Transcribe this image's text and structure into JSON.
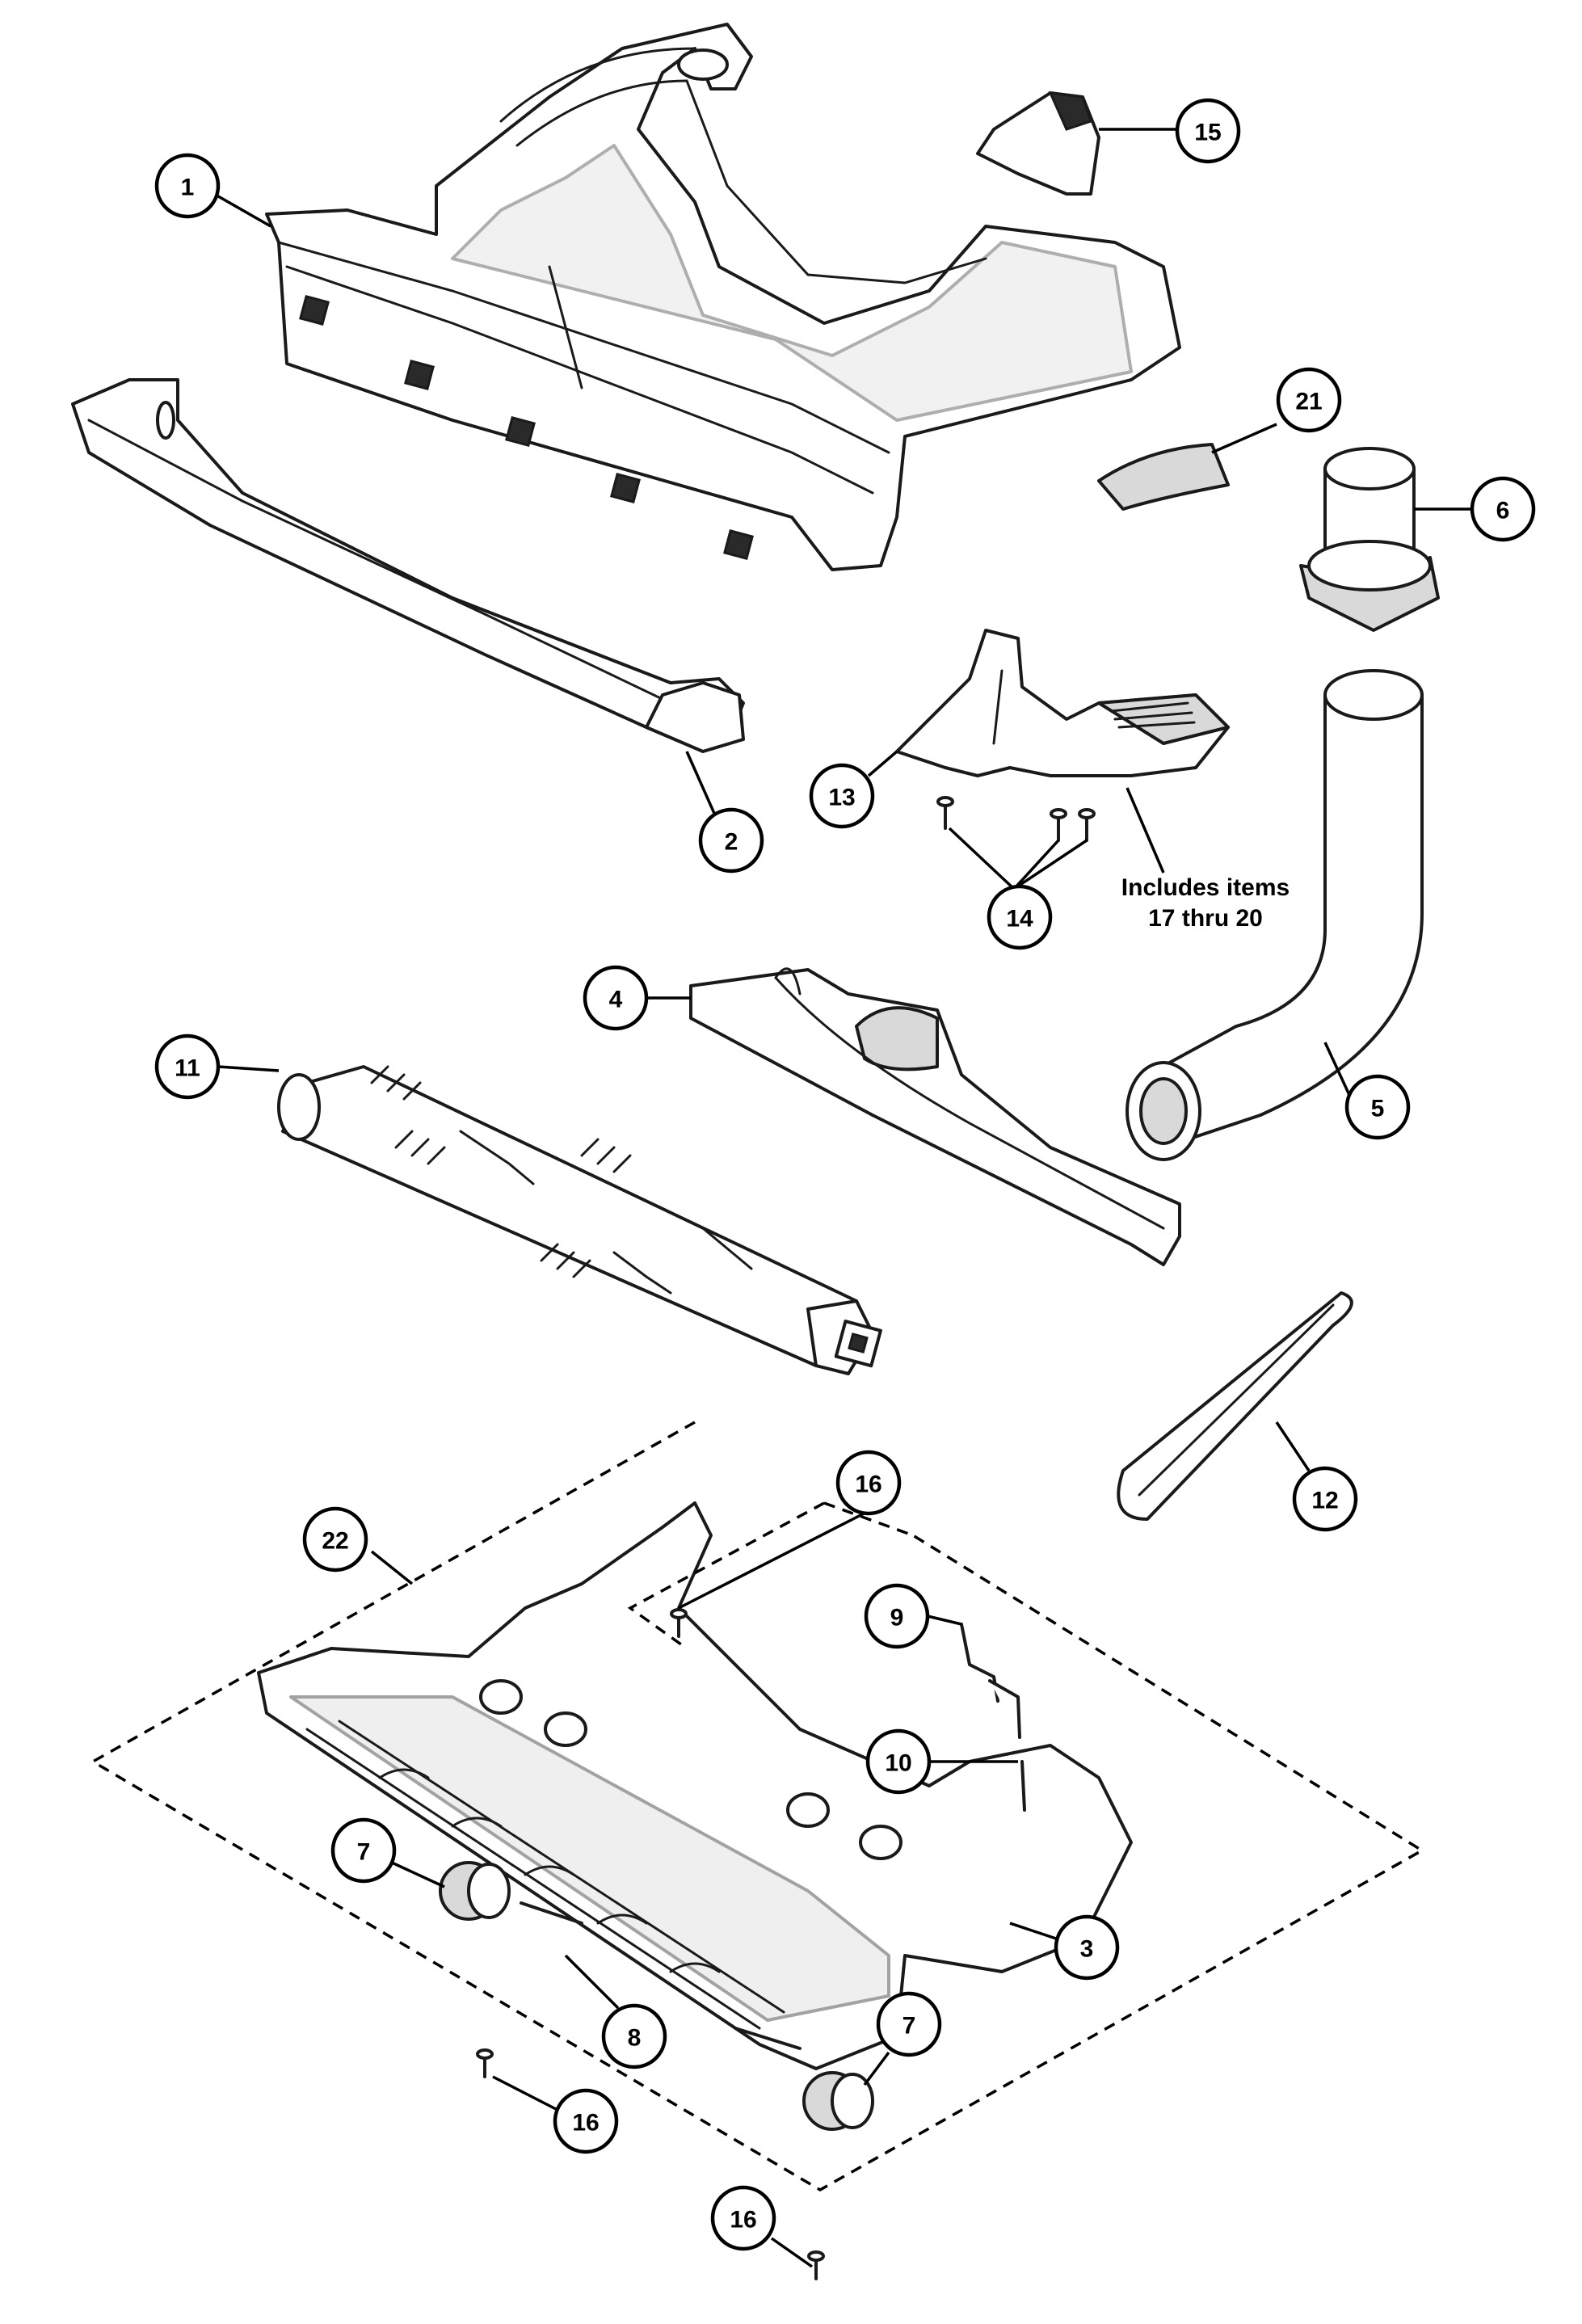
{
  "callouts": [
    {
      "id": "1",
      "label": "1"
    },
    {
      "id": "2",
      "label": "2"
    },
    {
      "id": "3",
      "label": "3"
    },
    {
      "id": "4",
      "label": "4"
    },
    {
      "id": "5",
      "label": "5"
    },
    {
      "id": "6",
      "label": "6"
    },
    {
      "id": "7a",
      "label": "7"
    },
    {
      "id": "7b",
      "label": "7"
    },
    {
      "id": "8",
      "label": "8"
    },
    {
      "id": "9",
      "label": "9"
    },
    {
      "id": "10",
      "label": "10"
    },
    {
      "id": "11",
      "label": "11"
    },
    {
      "id": "12",
      "label": "12"
    },
    {
      "id": "13",
      "label": "13"
    },
    {
      "id": "14",
      "label": "14"
    },
    {
      "id": "15",
      "label": "15"
    },
    {
      "id": "16a",
      "label": "16"
    },
    {
      "id": "16b",
      "label": "16"
    },
    {
      "id": "16c",
      "label": "16"
    },
    {
      "id": "21",
      "label": "21"
    },
    {
      "id": "22",
      "label": "22"
    }
  ],
  "note": {
    "line1": "Includes items",
    "line2": "17 thru 20"
  }
}
